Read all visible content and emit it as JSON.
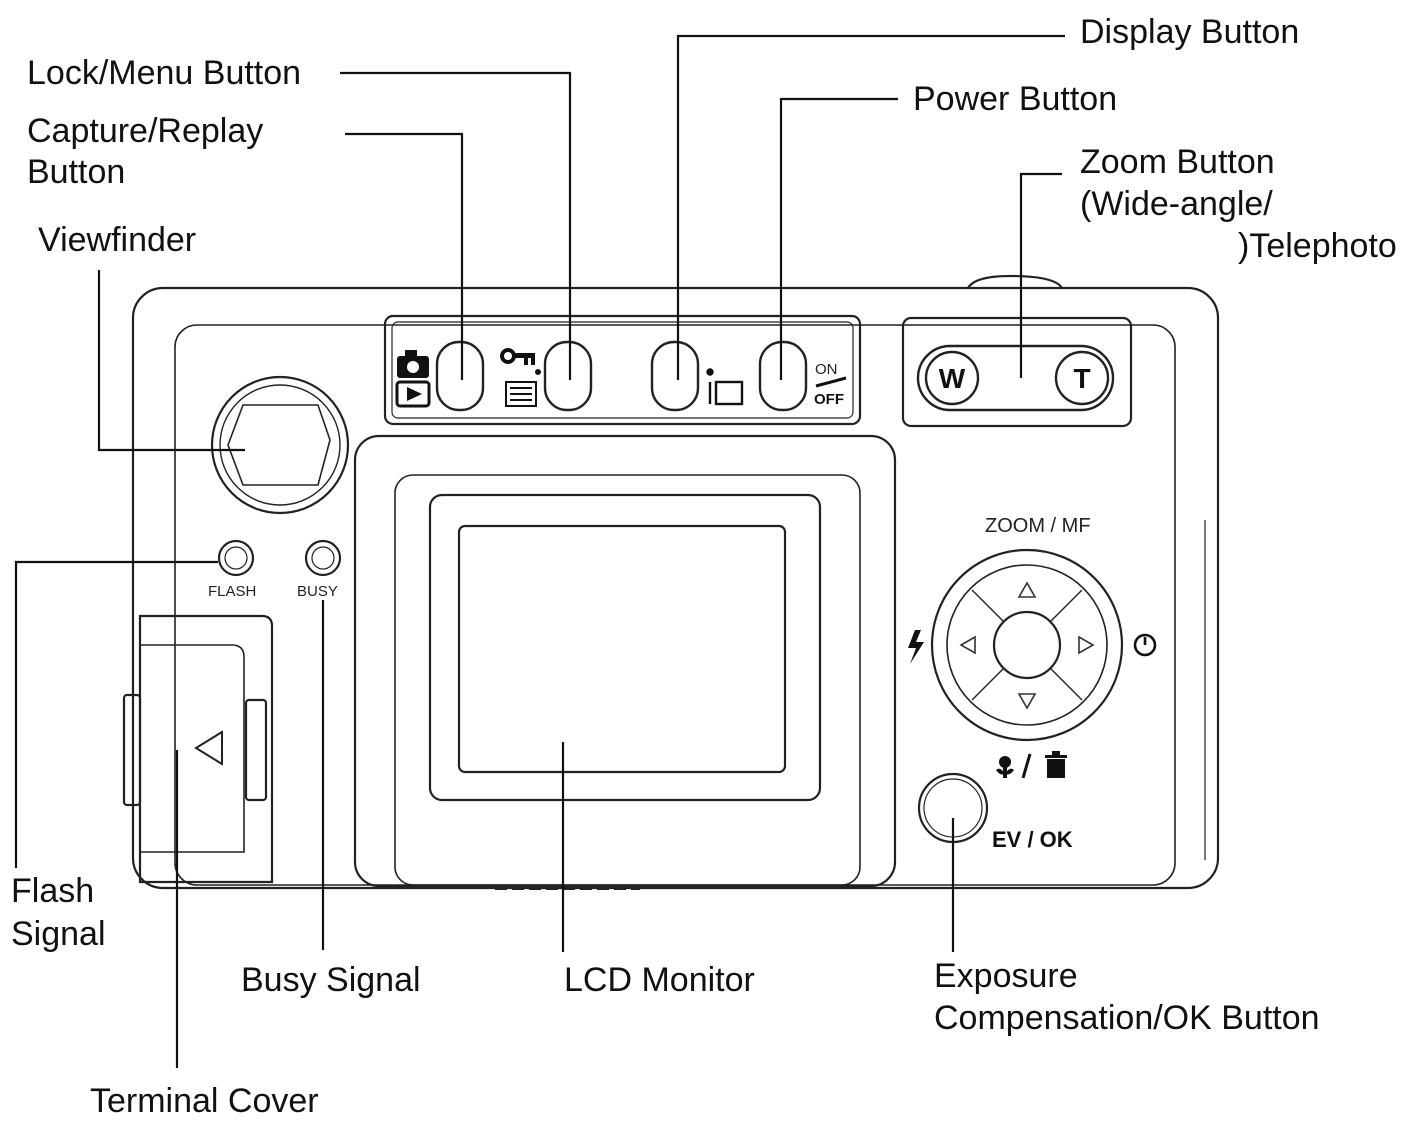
{
  "callouts": {
    "lock_menu": "Lock/Menu Button",
    "capture_replay_l1": "Capture/Replay",
    "capture_replay_l2": "Button",
    "viewfinder": "Viewfinder",
    "display": "Display Button",
    "power": "Power Button",
    "zoom_l1": "Zoom Button",
    "zoom_l2": "(Wide-angle/",
    "zoom_l3": ")Telephoto",
    "flash_l1": "Flash",
    "flash_l2": "Signal",
    "busy": "Busy Signal",
    "lcd": "LCD Monitor",
    "exposure_l1": "Exposure",
    "exposure_l2": "Compensation/OK Button",
    "terminal": "Terminal Cover"
  },
  "body_marks": {
    "flash": "FLASH",
    "busy": "BUSY",
    "on": "ON",
    "off": "OFF",
    "wide": "W",
    "tele": "T",
    "zoom_mf": "ZOOM / MF",
    "ev_ok": "EV / OK"
  },
  "icons": {
    "camera": "camera-icon",
    "play": "play-icon",
    "key": "key-icon",
    "menu": "menu-icon",
    "display": "display-icon",
    "flash": "flash-bolt-icon",
    "timer": "self-timer-icon",
    "macro": "macro-flower-icon",
    "trash": "trash-icon",
    "triangle": "triangle-left-icon"
  },
  "colors": {
    "ink": "#111111",
    "body": "#ffffff",
    "detail": "#444444"
  }
}
